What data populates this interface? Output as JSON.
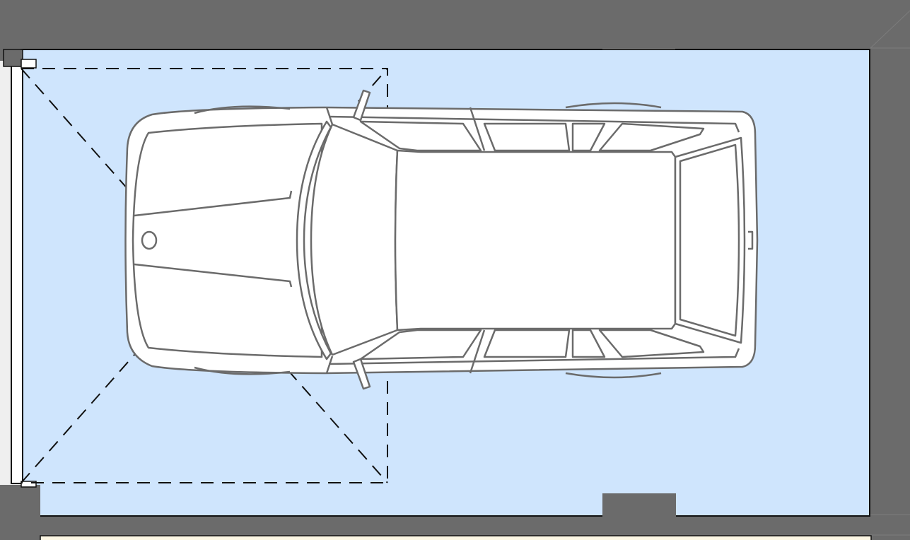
{
  "floorplan": {
    "room": {
      "fill": "#cfe5fd"
    },
    "walls": {
      "fill": "#6b6b6b"
    },
    "door": {
      "type": "garage-door",
      "fill": "#efefef"
    },
    "adjacent_room": {
      "fill": "#fdf7e4"
    },
    "vehicle": {
      "type": "station-wagon",
      "orientation": "top-view",
      "fill": "#ffffff",
      "stroke": "#6b6b6b"
    }
  }
}
